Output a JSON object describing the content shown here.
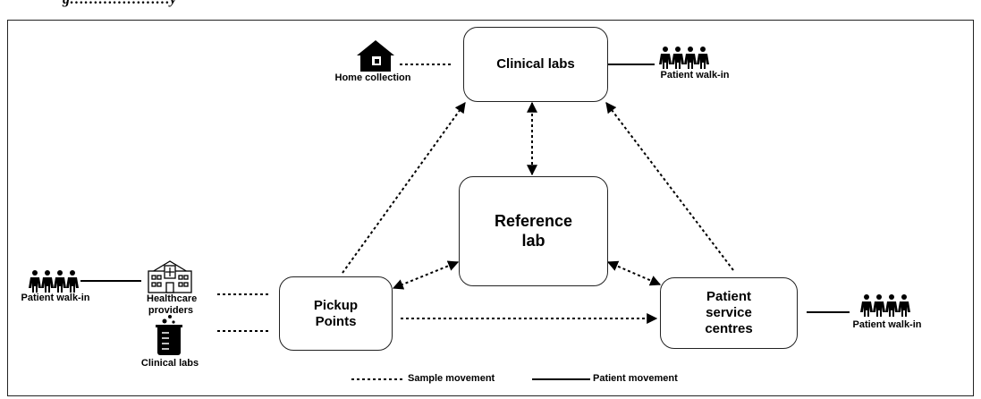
{
  "figure": {
    "title_fragment": "g…………………y"
  },
  "nodes": {
    "clinical_labs": "Clinical labs",
    "reference_lab": "Reference lab",
    "pickup_points": "Pickup Points",
    "patient_service_centres": "Patient service centres"
  },
  "sources": {
    "home_collection": "Home collection",
    "patient_walkin_top": "Patient walk-in",
    "patient_walkin_left": "Patient walk-in",
    "healthcare_providers": "Healthcare providers",
    "clinical_labs_left": "Clinical labs",
    "patient_walkin_right": "Patient walk-in"
  },
  "legend": {
    "sample_movement": "Sample movement",
    "patient_movement": "Patient movement"
  },
  "icons": {
    "home": "house-icon",
    "people": "people-group-icon",
    "hospital": "hospital-icon",
    "lab": "beaker-icon"
  }
}
